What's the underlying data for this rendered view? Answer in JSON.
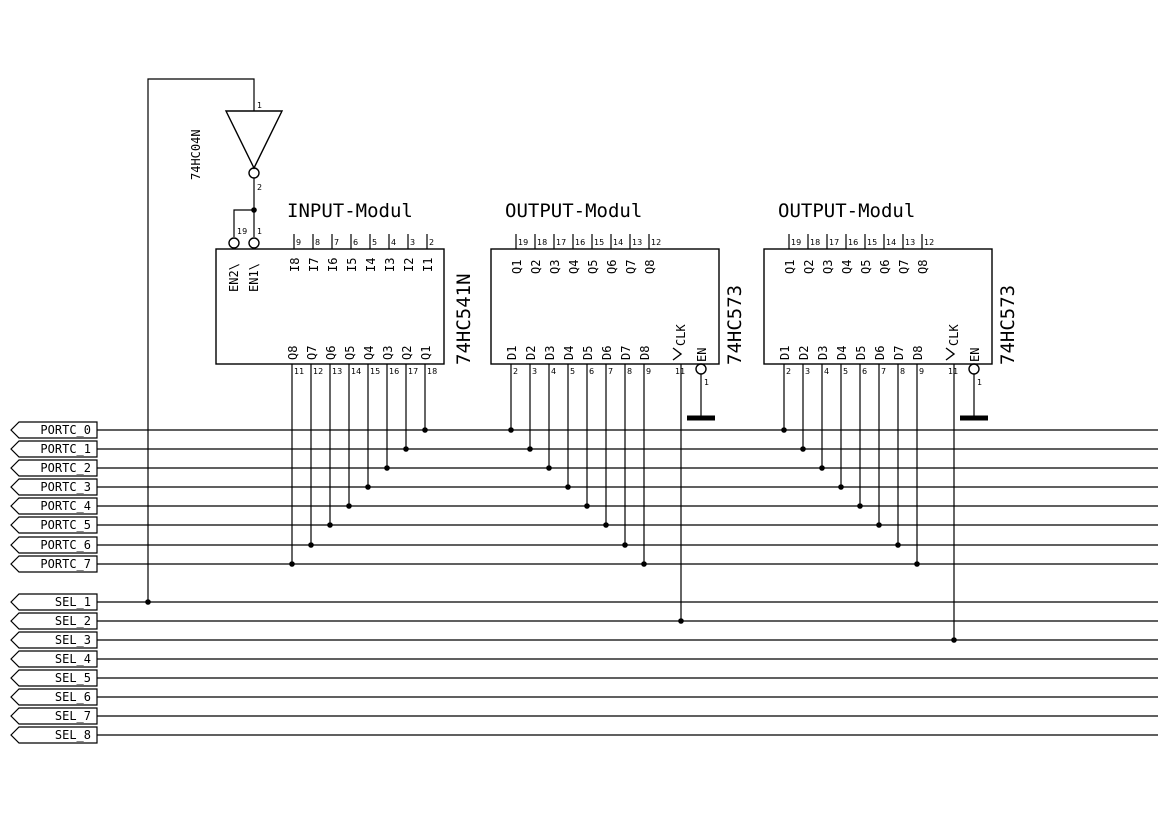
{
  "inverter": {
    "part": "74HC04N",
    "pin_in": "1",
    "pin_out": "2"
  },
  "input_module": {
    "title": "INPUT-Modul",
    "part": "74HC541N",
    "enables": [
      {
        "label": "EN2\\",
        "pin": "19"
      },
      {
        "label": "EN1\\",
        "pin": "1"
      }
    ],
    "inputs": [
      {
        "label": "I8",
        "pin": "9"
      },
      {
        "label": "I7",
        "pin": "8"
      },
      {
        "label": "I6",
        "pin": "7"
      },
      {
        "label": "I5",
        "pin": "6"
      },
      {
        "label": "I4",
        "pin": "5"
      },
      {
        "label": "I3",
        "pin": "4"
      },
      {
        "label": "I2",
        "pin": "3"
      },
      {
        "label": "I1",
        "pin": "2"
      }
    ],
    "outputs": [
      {
        "label": "Q8",
        "pin": "11"
      },
      {
        "label": "Q7",
        "pin": "12"
      },
      {
        "label": "Q6",
        "pin": "13"
      },
      {
        "label": "Q5",
        "pin": "14"
      },
      {
        "label": "Q4",
        "pin": "15"
      },
      {
        "label": "Q3",
        "pin": "16"
      },
      {
        "label": "Q2",
        "pin": "17"
      },
      {
        "label": "Q1",
        "pin": "18"
      }
    ]
  },
  "output_modules": [
    {
      "title": "OUTPUT-Modul",
      "part": "74HC573",
      "q_pins": [
        {
          "label": "Q1",
          "pin": "19"
        },
        {
          "label": "Q2",
          "pin": "18"
        },
        {
          "label": "Q3",
          "pin": "17"
        },
        {
          "label": "Q4",
          "pin": "16"
        },
        {
          "label": "Q5",
          "pin": "15"
        },
        {
          "label": "Q6",
          "pin": "14"
        },
        {
          "label": "Q7",
          "pin": "13"
        },
        {
          "label": "Q8",
          "pin": "12"
        }
      ],
      "d_pins": [
        {
          "label": "D1",
          "pin": "2"
        },
        {
          "label": "D2",
          "pin": "3"
        },
        {
          "label": "D3",
          "pin": "4"
        },
        {
          "label": "D4",
          "pin": "5"
        },
        {
          "label": "D5",
          "pin": "6"
        },
        {
          "label": "D6",
          "pin": "7"
        },
        {
          "label": "D7",
          "pin": "8"
        },
        {
          "label": "D8",
          "pin": "9"
        }
      ],
      "clk": {
        "label": "CLK",
        "pin": "11"
      },
      "en": {
        "label": "EN",
        "pin": "1"
      }
    },
    {
      "title": "OUTPUT-Modul",
      "part": "74HC573",
      "q_pins": [
        {
          "label": "Q1",
          "pin": "19"
        },
        {
          "label": "Q2",
          "pin": "18"
        },
        {
          "label": "Q3",
          "pin": "17"
        },
        {
          "label": "Q4",
          "pin": "16"
        },
        {
          "label": "Q5",
          "pin": "15"
        },
        {
          "label": "Q6",
          "pin": "14"
        },
        {
          "label": "Q7",
          "pin": "13"
        },
        {
          "label": "Q8",
          "pin": "12"
        }
      ],
      "d_pins": [
        {
          "label": "D1",
          "pin": "2"
        },
        {
          "label": "D2",
          "pin": "3"
        },
        {
          "label": "D3",
          "pin": "4"
        },
        {
          "label": "D4",
          "pin": "5"
        },
        {
          "label": "D5",
          "pin": "6"
        },
        {
          "label": "D6",
          "pin": "7"
        },
        {
          "label": "D7",
          "pin": "8"
        },
        {
          "label": "D8",
          "pin": "9"
        }
      ],
      "clk": {
        "label": "CLK",
        "pin": "11"
      },
      "en": {
        "label": "EN",
        "pin": "1"
      }
    }
  ],
  "port_nets": [
    "PORTC_0",
    "PORTC_1",
    "PORTC_2",
    "PORTC_3",
    "PORTC_4",
    "PORTC_5",
    "PORTC_6",
    "PORTC_7"
  ],
  "sel_nets": [
    "SEL_1",
    "SEL_2",
    "SEL_3",
    "SEL_4",
    "SEL_5",
    "SEL_6",
    "SEL_7",
    "SEL_8"
  ]
}
